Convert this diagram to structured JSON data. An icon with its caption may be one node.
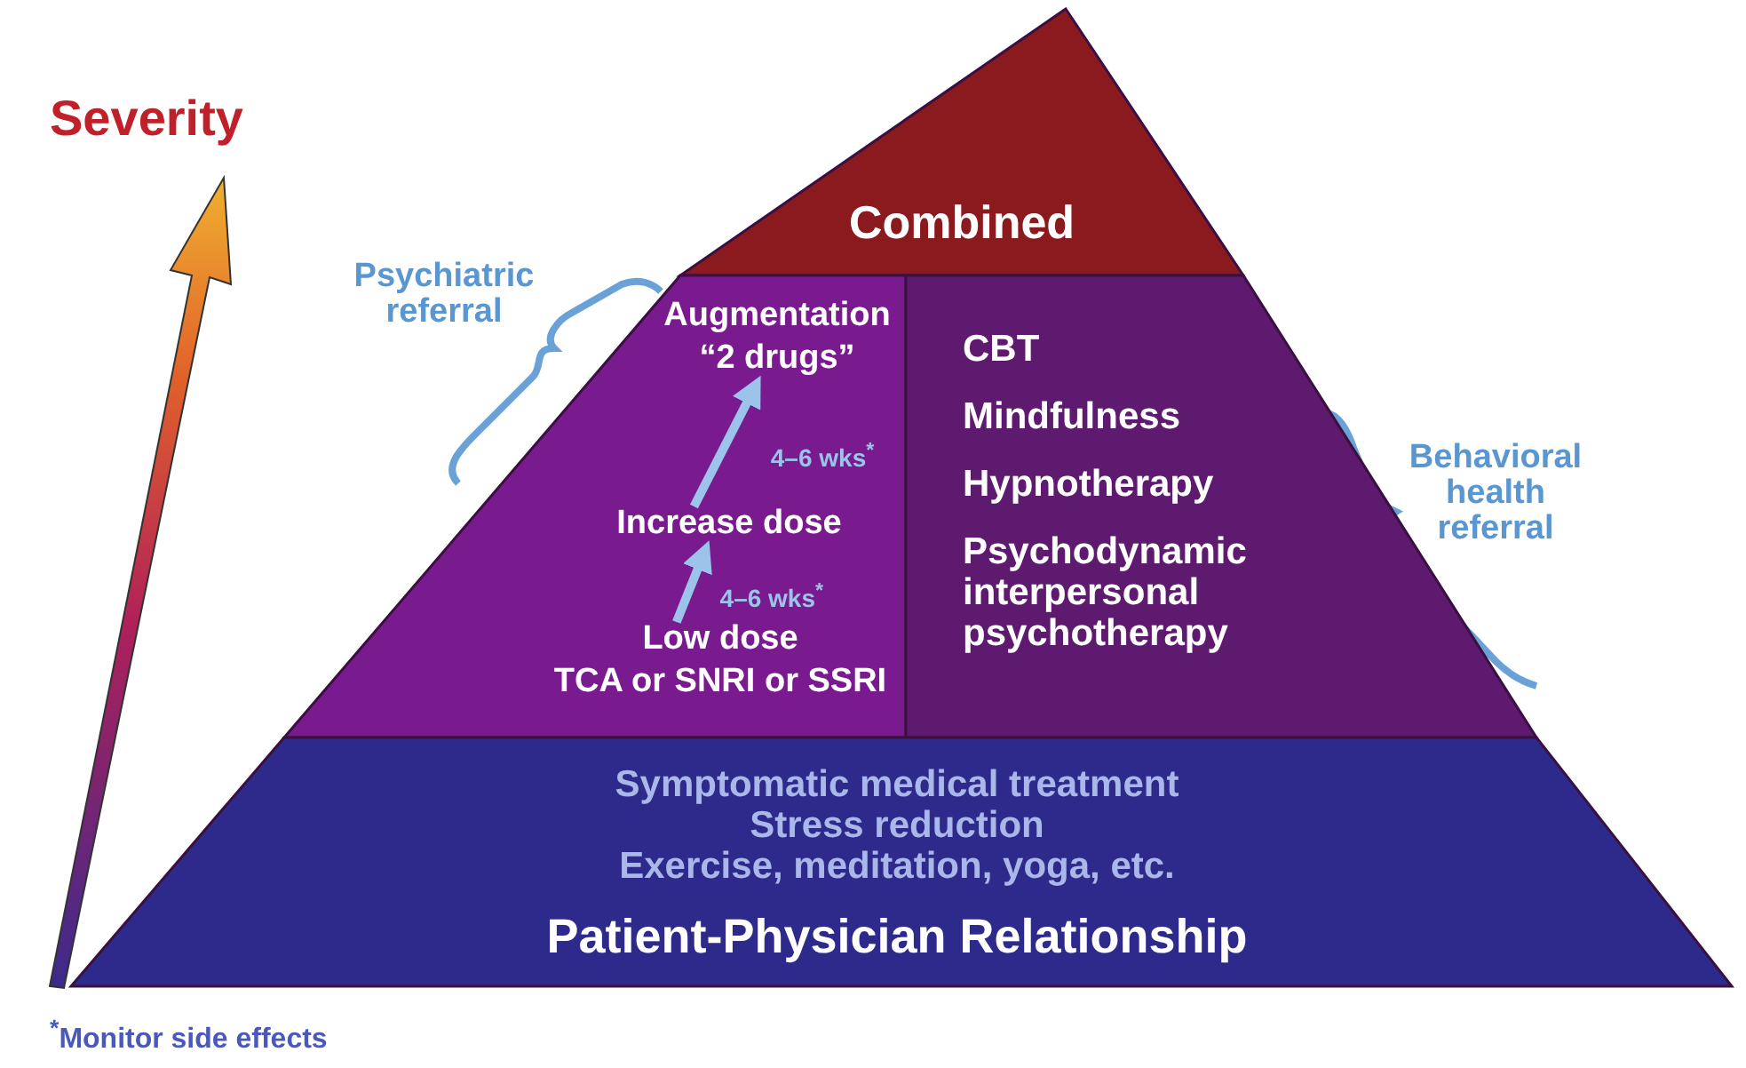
{
  "diagram": {
    "nodes": [
      {
        "text": [
          "Combined"
        ]
      },
      {
        "text": [],
        "shape": "box"
      },
      {
        "text": [
          "Augmentation",
          "“2 drugs”"
        ],
        "in": 1
      },
      {
        "text": [
          "Increase dose"
        ],
        "in": 1
      },
      {
        "text": [
          "Low dose",
          "TCA or SNRI or SSRI"
        ],
        "in": 1
      },
      {
        "text": [
          "CBT",
          "Mindfulness",
          "Hypnotherapy",
          "Psychodynamic interpersonal psychotherapy"
        ]
      },
      {
        "text": [
          "Symptomatic medical treatment",
          "Stress reduction",
          "Exercise, meditation, yoga, etc.",
          "Patient-Physician Relationship"
        ]
      }
    ],
    "edges": [
      {
        "from": 4,
        "to": 3,
        "arrow": "to",
        "label": "4–6 wks$^{*}$"
      },
      {
        "from": 3,
        "to": 2,
        "arrow": "to",
        "label": "4–6 wks$^{*}$"
      }
    ],
    "labels": [
      "Severity",
      "Psychiatric referral",
      "Behavioral health referral",
      "$^{*}$Monitor side effects"
    ]
  }
}
